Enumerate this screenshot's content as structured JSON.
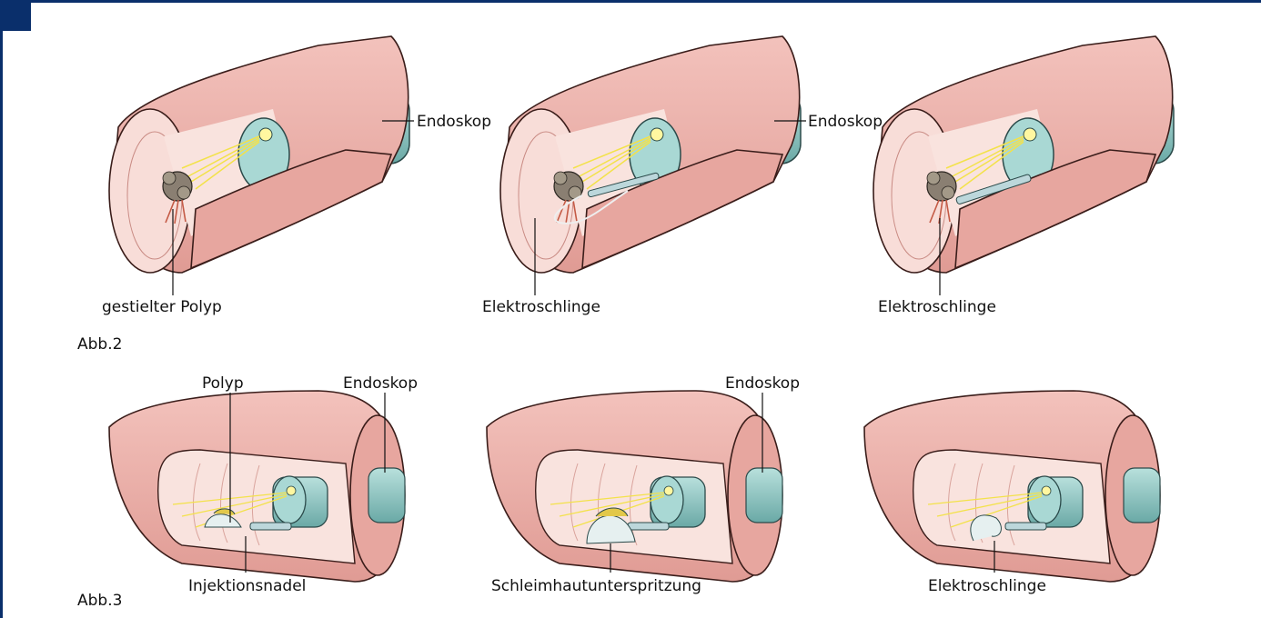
{
  "figure2": {
    "caption": "Abb.2",
    "panel1": {
      "endoscope": "Endoskop",
      "bottom": "gestielter Polyp"
    },
    "panel2": {
      "endoscope": "Endoskop",
      "bottom": "Elektroschlinge"
    },
    "panel3": {
      "bottom": "Elektroschlinge"
    }
  },
  "figure3": {
    "caption": "Abb.3",
    "panel1": {
      "top_left": "Polyp",
      "top_right": "Endoskop",
      "bottom": "Injektionsnadel"
    },
    "panel2": {
      "top_right": "Endoskop",
      "bottom": "Schleimhautunterspritzung"
    },
    "panel3": {
      "bottom": "Elektroschlinge"
    }
  },
  "colors": {
    "frame": "#0a2f6b",
    "tissue_outer": "#e8a7a1",
    "tissue_inner": "#f6d3cd",
    "endoscope": "#8fc7c4",
    "polyp": "#8a7f72",
    "light": "#f3e24a"
  }
}
